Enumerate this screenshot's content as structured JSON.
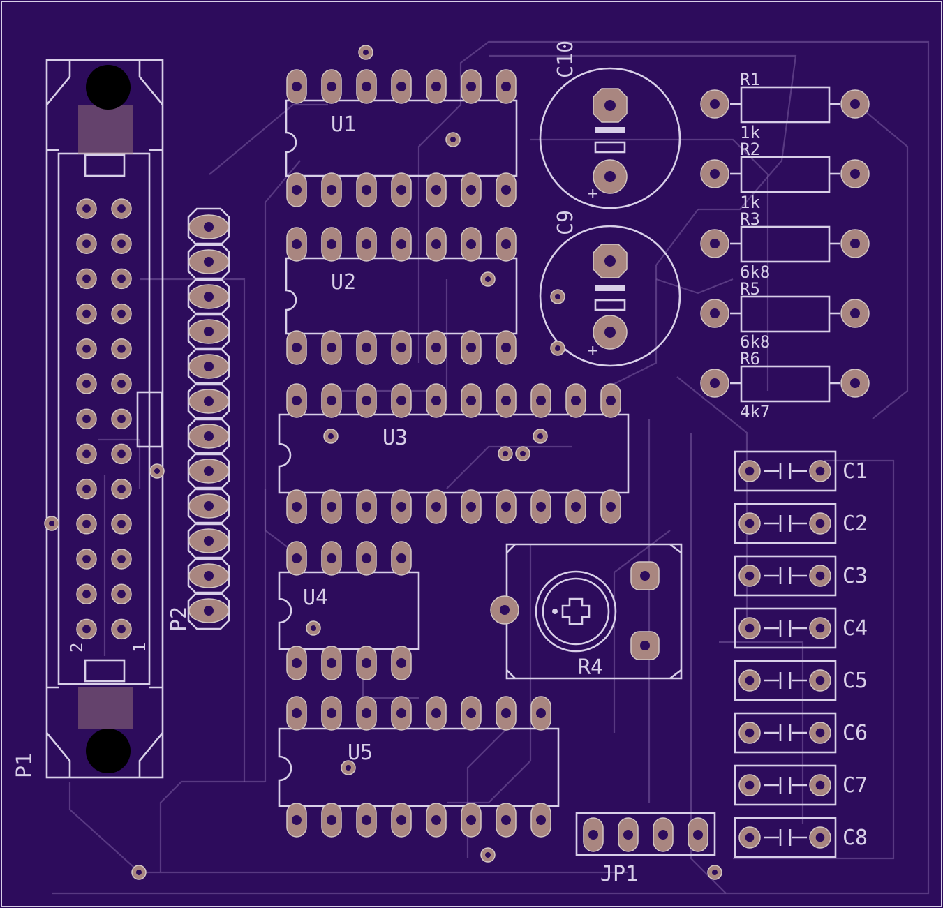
{
  "colors": {
    "board": "#2d0c5c",
    "silkscreen": "#d8cfe8",
    "pad": "#a98680",
    "trace": "#7b5ea3"
  },
  "labels": {
    "P1": "P1",
    "P2": "P2",
    "U1": "U1",
    "U2": "U2",
    "U3": "U3",
    "U4": "U4",
    "U5": "U5",
    "C10": "C10",
    "C9": "C9",
    "R1": "R1",
    "R2": "R2",
    "R3": "R3",
    "R5": "R5",
    "R6": "R6",
    "R4": "R4",
    "R1_val": "1k",
    "R2_val": "1k",
    "R3_val": "6k8",
    "R5_val": "6k8",
    "R6_val": "4k7",
    "C1": "C1",
    "C2": "C2",
    "C3": "C3",
    "C4": "C4",
    "C5": "C5",
    "C6": "C6",
    "C7": "C7",
    "C8": "C8",
    "JP1": "JP1",
    "pin_2": "2",
    "pin_1": "1",
    "plus": "+"
  }
}
